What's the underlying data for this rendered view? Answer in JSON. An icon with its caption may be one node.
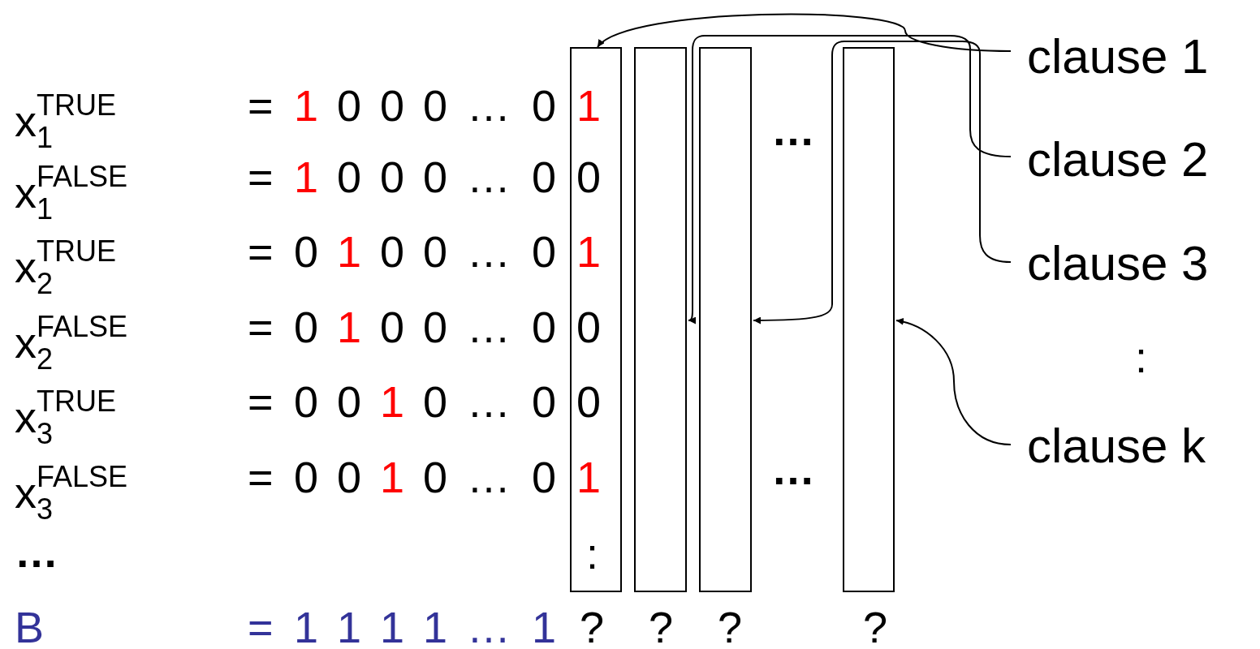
{
  "diagram": {
    "nodes": [
      {
        "text": [],
        "shape": "box"
      },
      {
        "text": [],
        "shape": "box"
      },
      {
        "text": [],
        "shape": "box"
      },
      {
        "text": [],
        "shape": "box"
      },
      {
        "text": [
          "clause 1"
        ]
      },
      {
        "text": [
          "clause 2"
        ]
      },
      {
        "text": [
          "clause 3"
        ]
      },
      {
        "text": [
          "clause k"
        ]
      }
    ],
    "edges": [
      {
        "from": 4,
        "to": 0,
        "arrow": "to"
      },
      {
        "from": 5,
        "to": 1,
        "arrow": "to"
      },
      {
        "from": 6,
        "to": 2,
        "arrow": "to"
      },
      {
        "from": 7,
        "to": 3,
        "arrow": "to"
      }
    ],
    "labels": [
      "x$_{1}$$^{TRUE}$",
      "= 1 0 0 0 … 0 1",
      "…",
      "x$_{1}$$^{FALSE}$",
      "= 1 0 0 0 … 0 0",
      "x$_{2}$$^{TRUE}$",
      "= 0 1 0 0 … 0 1",
      "x$_{2}$$^{FALSE}$",
      "= 0 1 0 0 … 0 0",
      ":",
      "x$_{3}$$^{TRUE}$",
      "= 0 0 1 0 … 0 0",
      "x$_{3}$$^{FALSE}$",
      "= 0 0 1 0 … 0 1",
      "…",
      "…",
      ":",
      "B",
      "= 1 1 1 1 … 1",
      "?",
      "?",
      "?",
      "?"
    ]
  }
}
